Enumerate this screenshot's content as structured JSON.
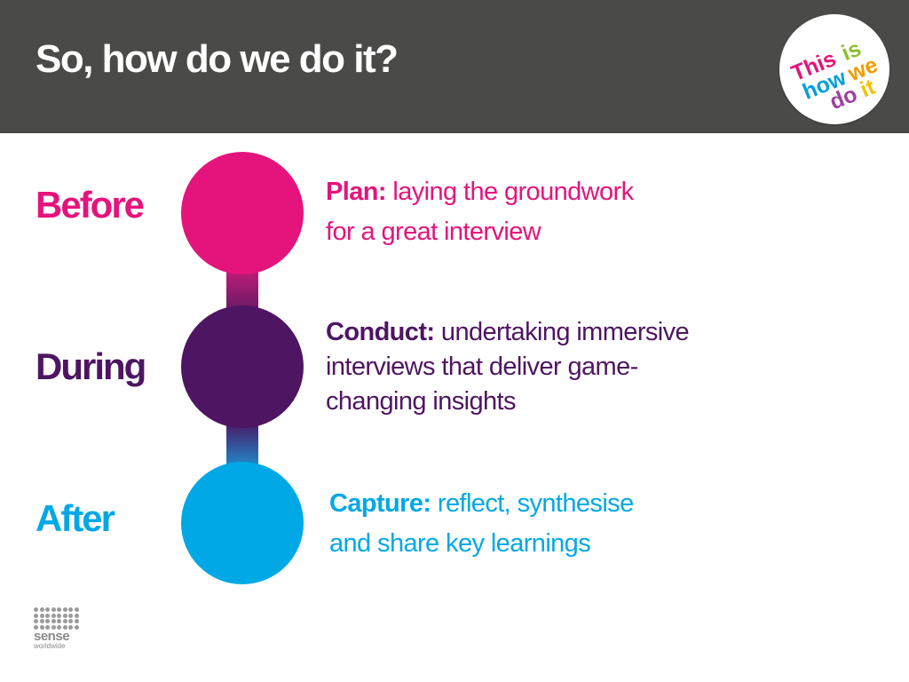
{
  "header": {
    "title": "So, how do we do it?",
    "badge": {
      "line1": [
        "This",
        "is"
      ],
      "line2": [
        "how",
        "we"
      ],
      "line3": [
        "do",
        "it"
      ],
      "colors": [
        "#e4147c",
        "#8bbf2c",
        "#00a0dc",
        "#f59a00",
        "#a040a0",
        "#f2c200"
      ]
    }
  },
  "phases": [
    {
      "label": "Before",
      "color": "#e4147c",
      "lead": "Plan:",
      "lines": [
        "laying the groundwork",
        "for a great interview"
      ]
    },
    {
      "label": "During",
      "color": "#4e1562",
      "lead": "Conduct:",
      "lines": [
        "undertaking immersive",
        "interviews that deliver game-",
        "changing insights"
      ]
    },
    {
      "label": "After",
      "color": "#00a8e6",
      "lead": "Capture:",
      "lines": [
        "reflect, synthesise",
        "and share key learnings"
      ]
    }
  ],
  "logo": {
    "word1": "sense",
    "word2": "worldwide"
  }
}
